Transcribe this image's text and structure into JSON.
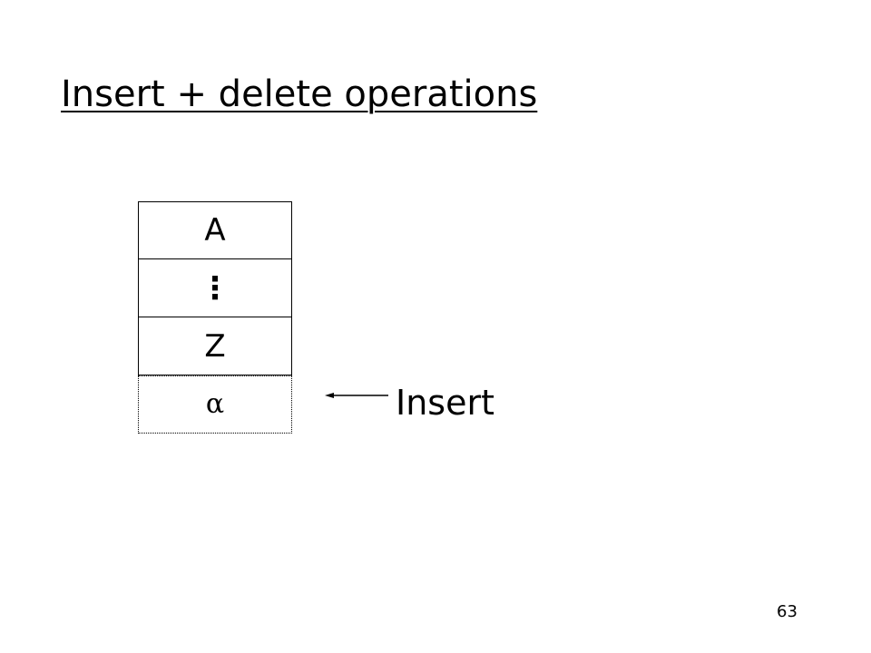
{
  "slide": {
    "title": "Insert + delete operations",
    "page_number": "63"
  },
  "stack": {
    "cells": [
      "A",
      "⋮",
      "Z"
    ],
    "new_cell": "α"
  },
  "annotation": {
    "label": "Insert",
    "arrow_icon": "arrow-left-icon"
  }
}
